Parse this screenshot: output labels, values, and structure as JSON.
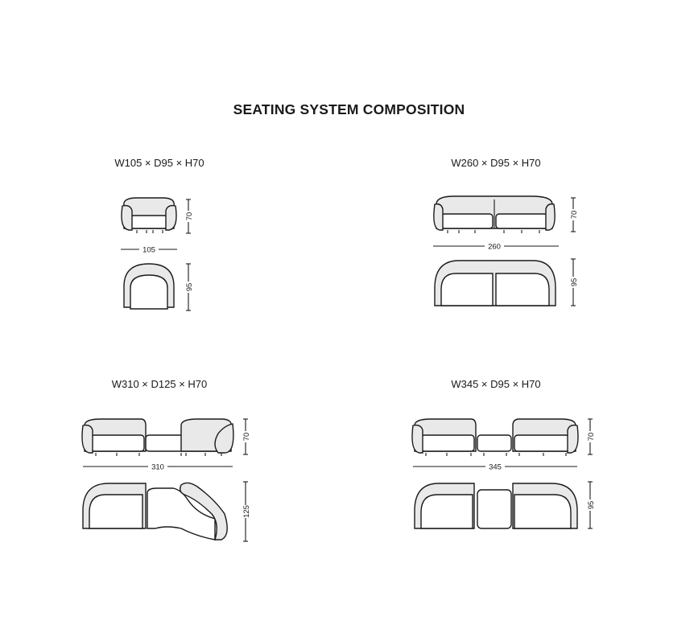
{
  "title": "SEATING SYSTEM COMPOSITION",
  "configurations": [
    {
      "caption": "W105 × D95 × H70",
      "width": "105",
      "height": "70",
      "depth": "95"
    },
    {
      "caption": "W260 × D95 × H70",
      "width": "260",
      "height": "70",
      "depth": "95"
    },
    {
      "caption": "W310 × D125 × H70",
      "width": "310",
      "height": "70",
      "depth": "125"
    },
    {
      "caption": "W345 × D95 × H70",
      "width": "345",
      "height": "70",
      "depth": "95"
    }
  ]
}
